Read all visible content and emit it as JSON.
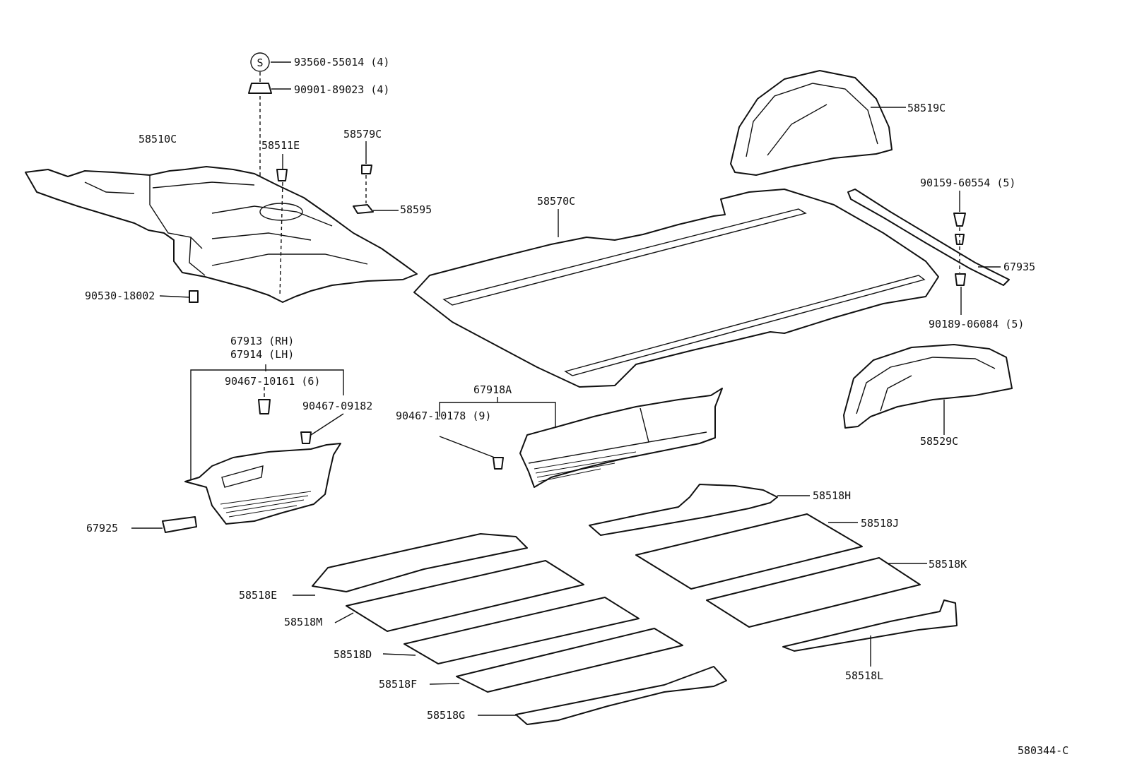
{
  "diagram": {
    "figure_code": "580344-C",
    "symbol_s": "S",
    "labels": {
      "p93560": "93560-55014 (4)",
      "p90901": "90901-89023 (4)",
      "p58510C": "58510C",
      "p58511E": "58511E",
      "p58579C": "58579C",
      "p58595": "58595",
      "p90530": "90530-18002",
      "p58519C": "58519C",
      "p58570C": "58570C",
      "p90159": "90159-60554 (5)",
      "p67935": "67935",
      "p90189": "90189-06084 (5)",
      "p67913": "67913 (RH)",
      "p67914": "67914 (LH)",
      "p90467_10161": "90467-10161 (6)",
      "p90467_09182": "90467-09182",
      "p67918A": "67918A",
      "p90467_10178": "90467-10178 (9)",
      "p58529C": "58529C",
      "p67925": "67925",
      "p58518H": "58518H",
      "p58518J": "58518J",
      "p58518K": "58518K",
      "p58518E": "58518E",
      "p58518M": "58518M",
      "p58518D": "58518D",
      "p58518F": "58518F",
      "p58518G": "58518G",
      "p58518L": "58518L"
    }
  }
}
